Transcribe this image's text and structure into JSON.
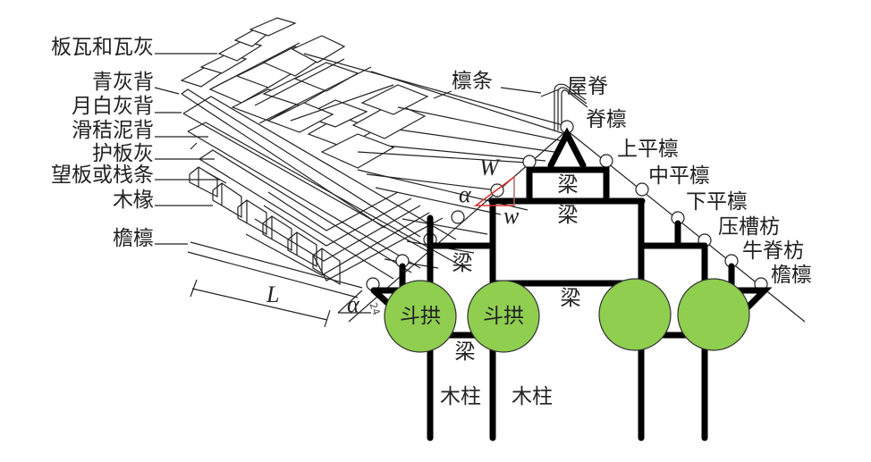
{
  "left_labels": {
    "tiles": "板瓦和瓦灰",
    "blue_ash": "青灰背",
    "white_ash": "月白灰背",
    "mud": "滑秸泥背",
    "board_ash": "护板灰",
    "boards": "望板或栈条",
    "rafters": "木椽",
    "eave_purlin": "檐檩"
  },
  "top_labels": {
    "purlin": "檩条",
    "ridge": "屋脊",
    "ridge_purlin": "脊檩"
  },
  "right_labels": {
    "upper": "上平檩",
    "middle": "中平檩",
    "lower": "下平檩",
    "press": "压槽枋",
    "ox": "牛脊枋",
    "eave": "檐檩"
  },
  "frame_labels": {
    "beam_top": "梁",
    "beam_2": "梁",
    "beam_3": "梁",
    "beam_mid": "梁",
    "beam_low": "梁",
    "bracket_1": "斗拱",
    "bracket_2": "斗拱",
    "column_1": "木柱",
    "column_2": "木柱"
  },
  "symbols": {
    "W": "W",
    "w": "w",
    "alpha_upper": "α",
    "alpha_lower": "α",
    "L": "L",
    "angle_value": "24"
  },
  "colors": {
    "bracket_fill": "#8fce4f",
    "load_triangle": "#e03030",
    "frame": "#000000"
  }
}
